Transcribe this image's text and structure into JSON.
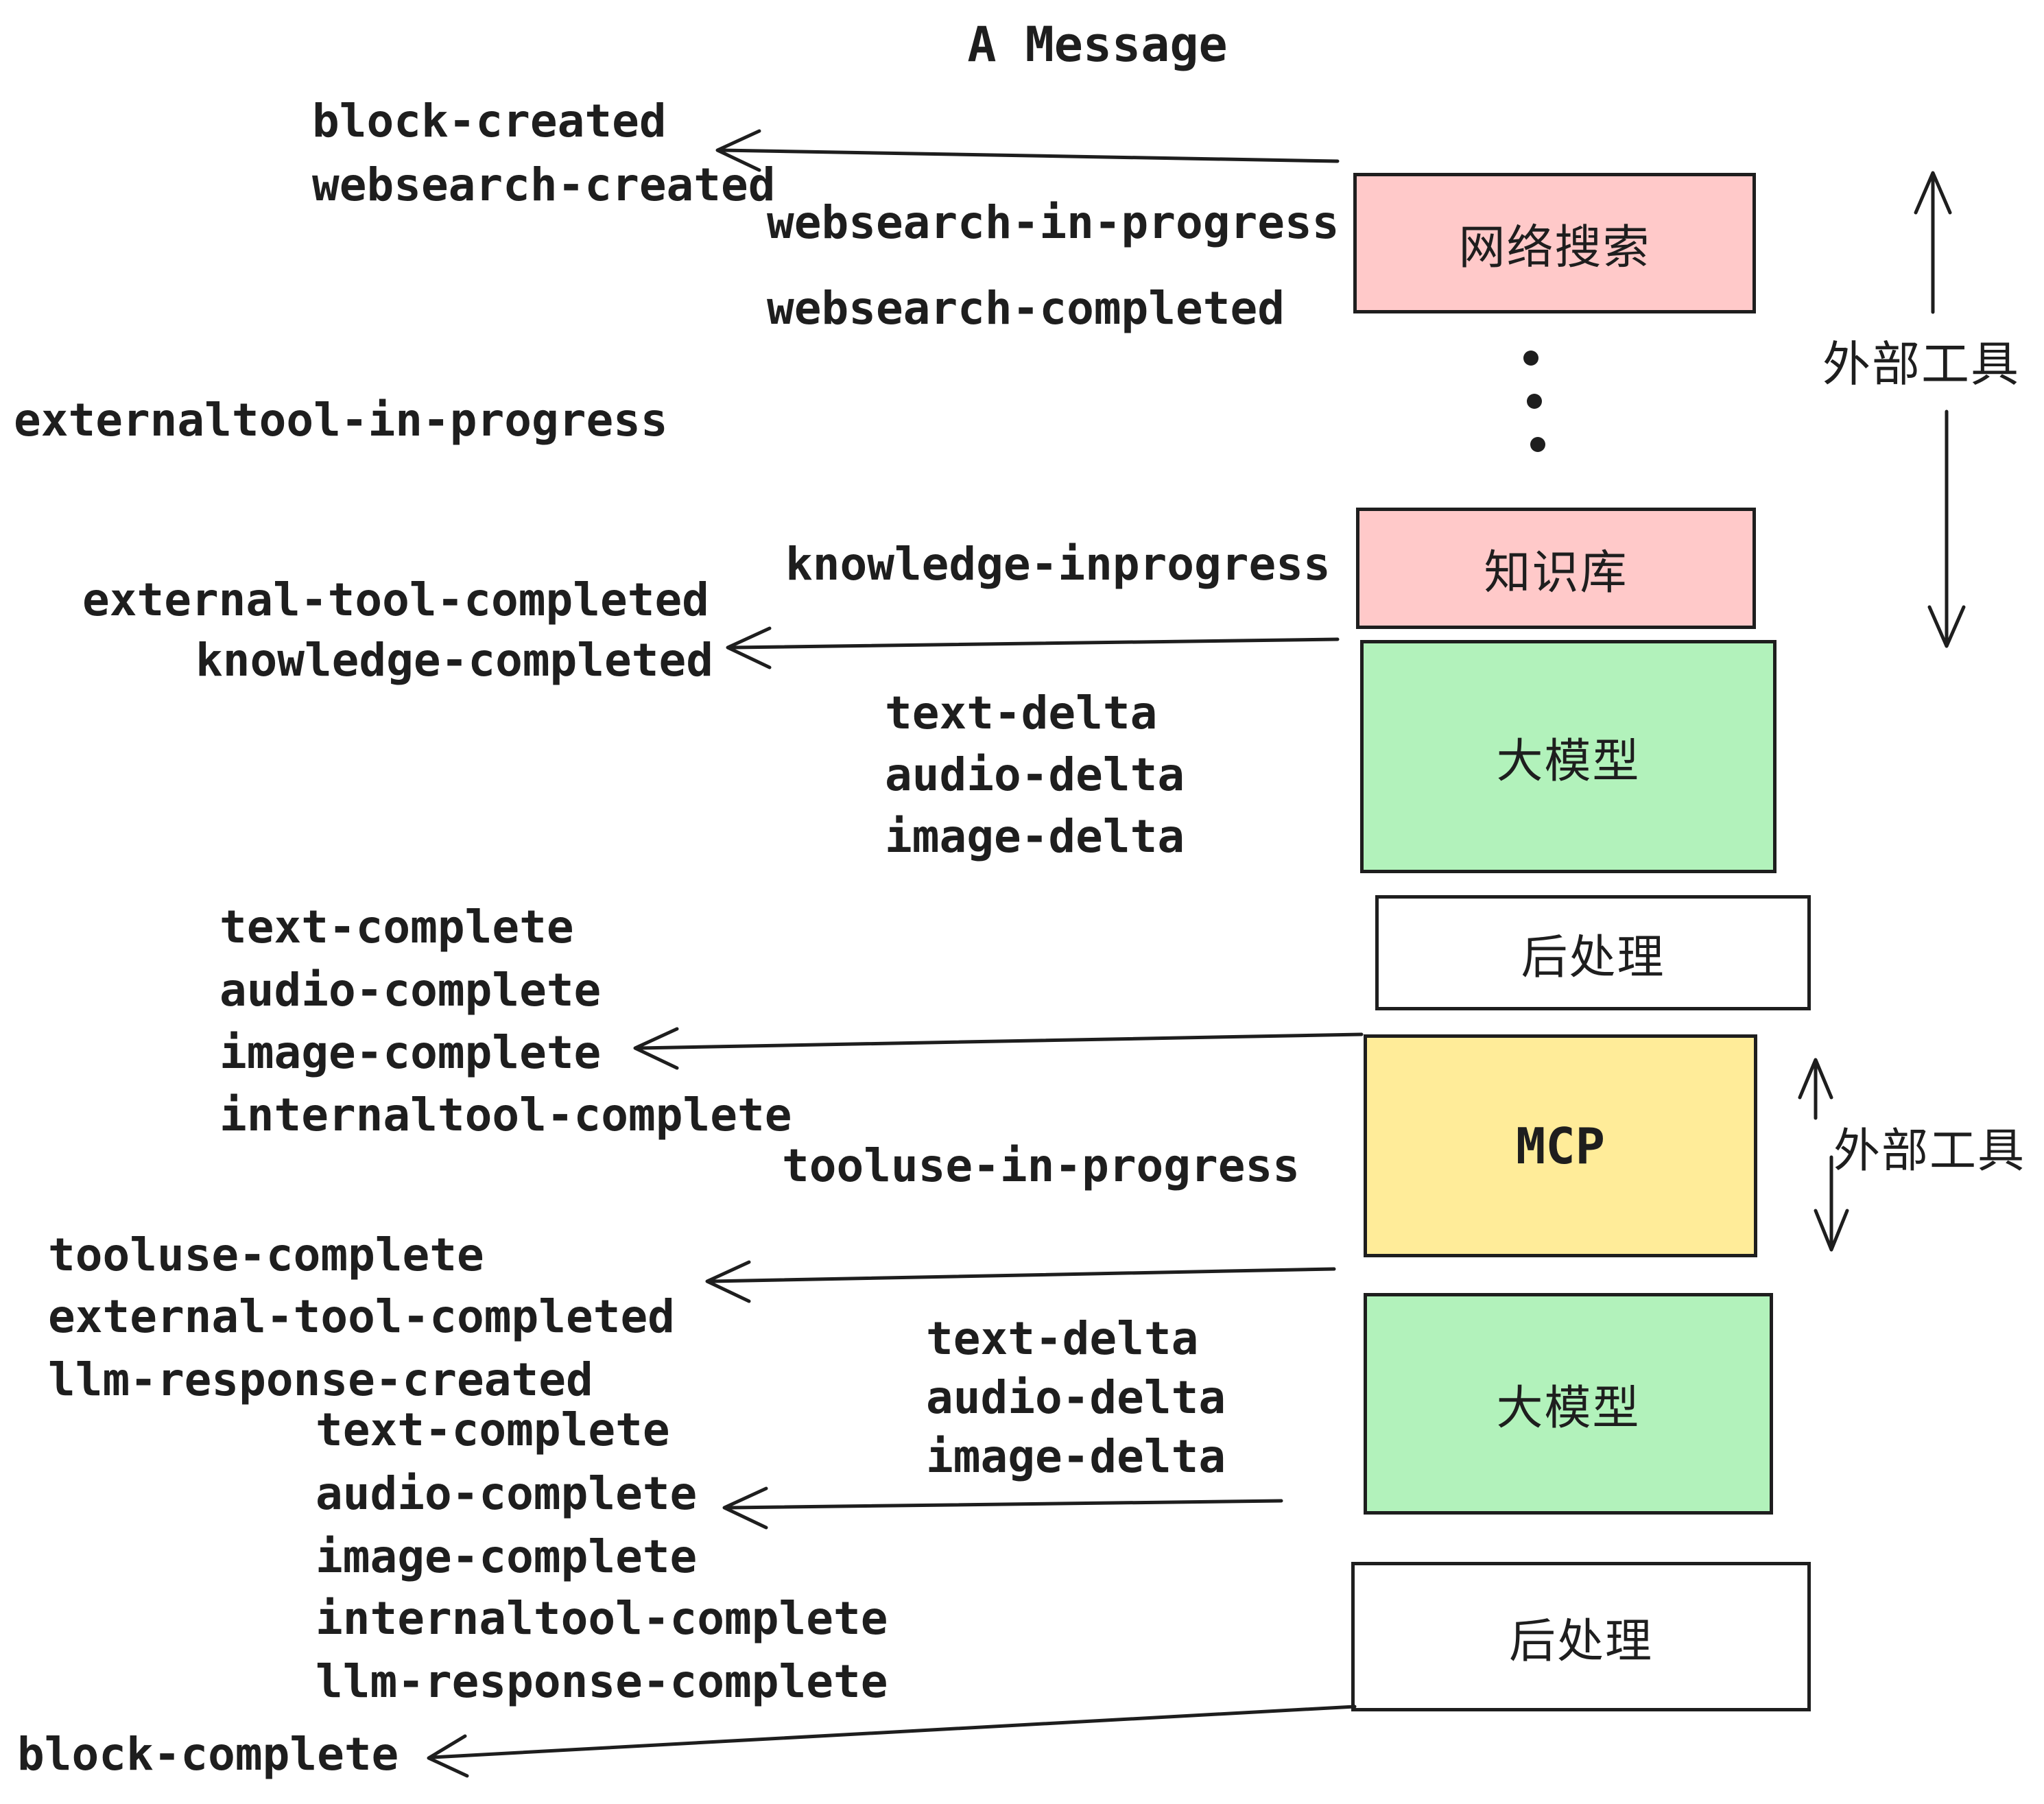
{
  "title": "A Message",
  "labels": {
    "block_created": "block-created",
    "websearch_created": "websearch-created",
    "websearch_in_progress": "websearch-in-progress",
    "websearch_completed": "websearch-completed",
    "externaltool_in_progress": "externaltool-in-progress",
    "knowledge_inprogress": "knowledge-inprogress",
    "external_tool_completed": "external-tool-completed",
    "knowledge_completed": "knowledge-completed",
    "text_delta": "text-delta",
    "audio_delta": "audio-delta",
    "image_delta": "image-delta",
    "text_complete": "text-complete",
    "audio_complete": "audio-complete",
    "image_complete": "image-complete",
    "internaltool_complete": "internaltool-complete",
    "tooluse_in_progress": "tooluse-in-progress",
    "tooluse_complete": "tooluse-complete",
    "llm_response_created": "llm-response-created",
    "llm_response_complete": "llm-response-complete",
    "block_complete": "block-complete"
  },
  "boxes": {
    "websearch": {
      "label": "网络搜索",
      "color": "#FFC9C9"
    },
    "knowledge": {
      "label": "知识库",
      "color": "#FFC9C9"
    },
    "llm": {
      "label": "大模型",
      "color": "#B2F2BB"
    },
    "postprocess": {
      "label": "后处理",
      "color": "#FFFFFF"
    },
    "mcp": {
      "label": "MCP",
      "color": "#FFEC99"
    }
  },
  "annotations": {
    "external_tools": "外部工具"
  },
  "colors": {
    "pink": "#FFC9C9",
    "green": "#B2F2BB",
    "yellow": "#FFEC99",
    "stroke": "#1E1E1E"
  }
}
